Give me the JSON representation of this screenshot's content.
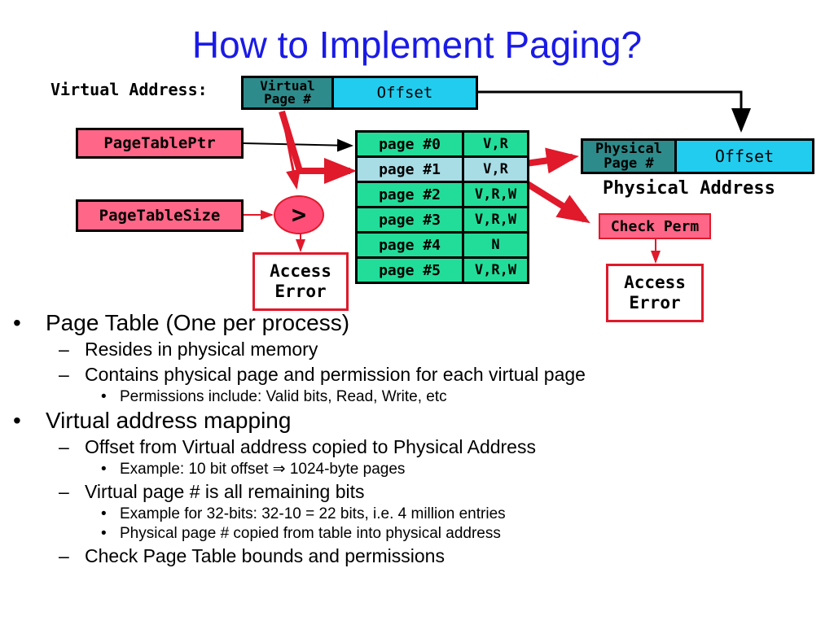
{
  "title": "How to Implement Paging?",
  "virtual_address": {
    "label": "Virtual Address:",
    "page_field": [
      "Virtual",
      "Page #"
    ],
    "offset_field": "Offset"
  },
  "page_table_ptr": "PageTablePtr",
  "page_table_size": "PageTableSize",
  "comparator": ">",
  "page_table": [
    {
      "page": "page #0",
      "perm": "V,R"
    },
    {
      "page": "page #1",
      "perm": "V,R"
    },
    {
      "page": "page #2",
      "perm": "V,R,W"
    },
    {
      "page": "page #3",
      "perm": "V,R,W"
    },
    {
      "page": "page #4",
      "perm": "N"
    },
    {
      "page": "page #5",
      "perm": "V,R,W"
    }
  ],
  "physical_address": {
    "page_field": [
      "Physical",
      "Page #"
    ],
    "offset_field": "Offset",
    "label": "Physical Address"
  },
  "check_perm": "Check Perm",
  "access_error": [
    "Access",
    "Error"
  ],
  "bullets": [
    {
      "level": 1,
      "text": "Page Table (One per process)"
    },
    {
      "level": 2,
      "text": "Resides in physical memory"
    },
    {
      "level": 2,
      "text": "Contains physical page and permission for each virtual page"
    },
    {
      "level": 3,
      "text": "Permissions include: Valid bits, Read, Write, etc"
    },
    {
      "level": 1,
      "text": "Virtual address mapping"
    },
    {
      "level": 2,
      "text": "Offset from Virtual address copied to Physical Address"
    },
    {
      "level": 3,
      "text": "Example: 10 bit offset ⇒ 1024-byte pages"
    },
    {
      "level": 2,
      "text": "Virtual page # is all remaining bits"
    },
    {
      "level": 3,
      "text": "Example for 32-bits: 32-10 = 22 bits, i.e. 4 million entries"
    },
    {
      "level": 3,
      "text": "Physical page # copied from table into physical address"
    },
    {
      "level": 2,
      "text": "Check Page Table bounds and permissions"
    }
  ],
  "colors": {
    "title": "#1a1ae6",
    "page_field": "#2e8b8b",
    "offset_field": "#22ccee",
    "table_cell": "#22dd99",
    "highlight_row": "#a8dde6",
    "register": "#ff6688",
    "arrow_red": "#e0192b"
  }
}
